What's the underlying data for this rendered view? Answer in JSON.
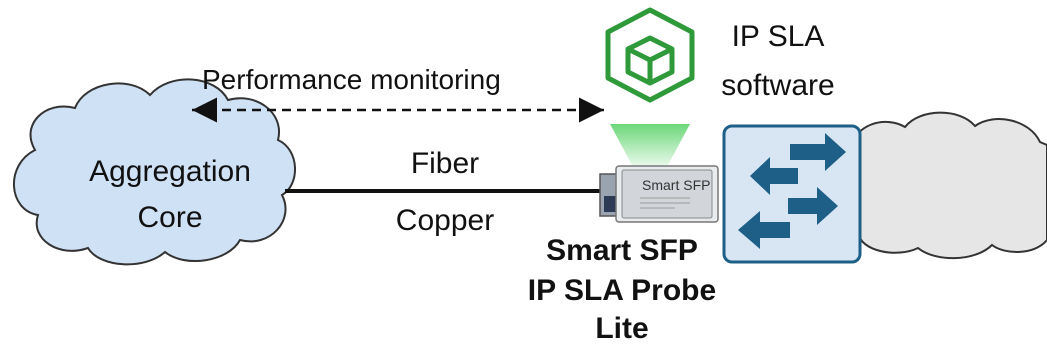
{
  "monitoring": {
    "label": "Performance monitoring"
  },
  "software": {
    "line1": "IP SLA",
    "line2": "software",
    "icon": "cube-icon",
    "color": "#2e9a3a"
  },
  "cloud_left": {
    "line1": "Aggregation",
    "line2": "Core",
    "fill": "#cfe1f5"
  },
  "cloud_right": {
    "fill": "#e6e6e6"
  },
  "link": {
    "top_label": "Fiber",
    "bottom_label": "Copper"
  },
  "sfp": {
    "module_label": "Smart SFP"
  },
  "probe": {
    "line1": "Smart SFP",
    "line2": "IP SLA Probe",
    "line3": "Lite"
  },
  "switch": {
    "icon": "switch-arrows-icon",
    "fill": "#d8e6f3",
    "accent": "#1d5f87"
  }
}
